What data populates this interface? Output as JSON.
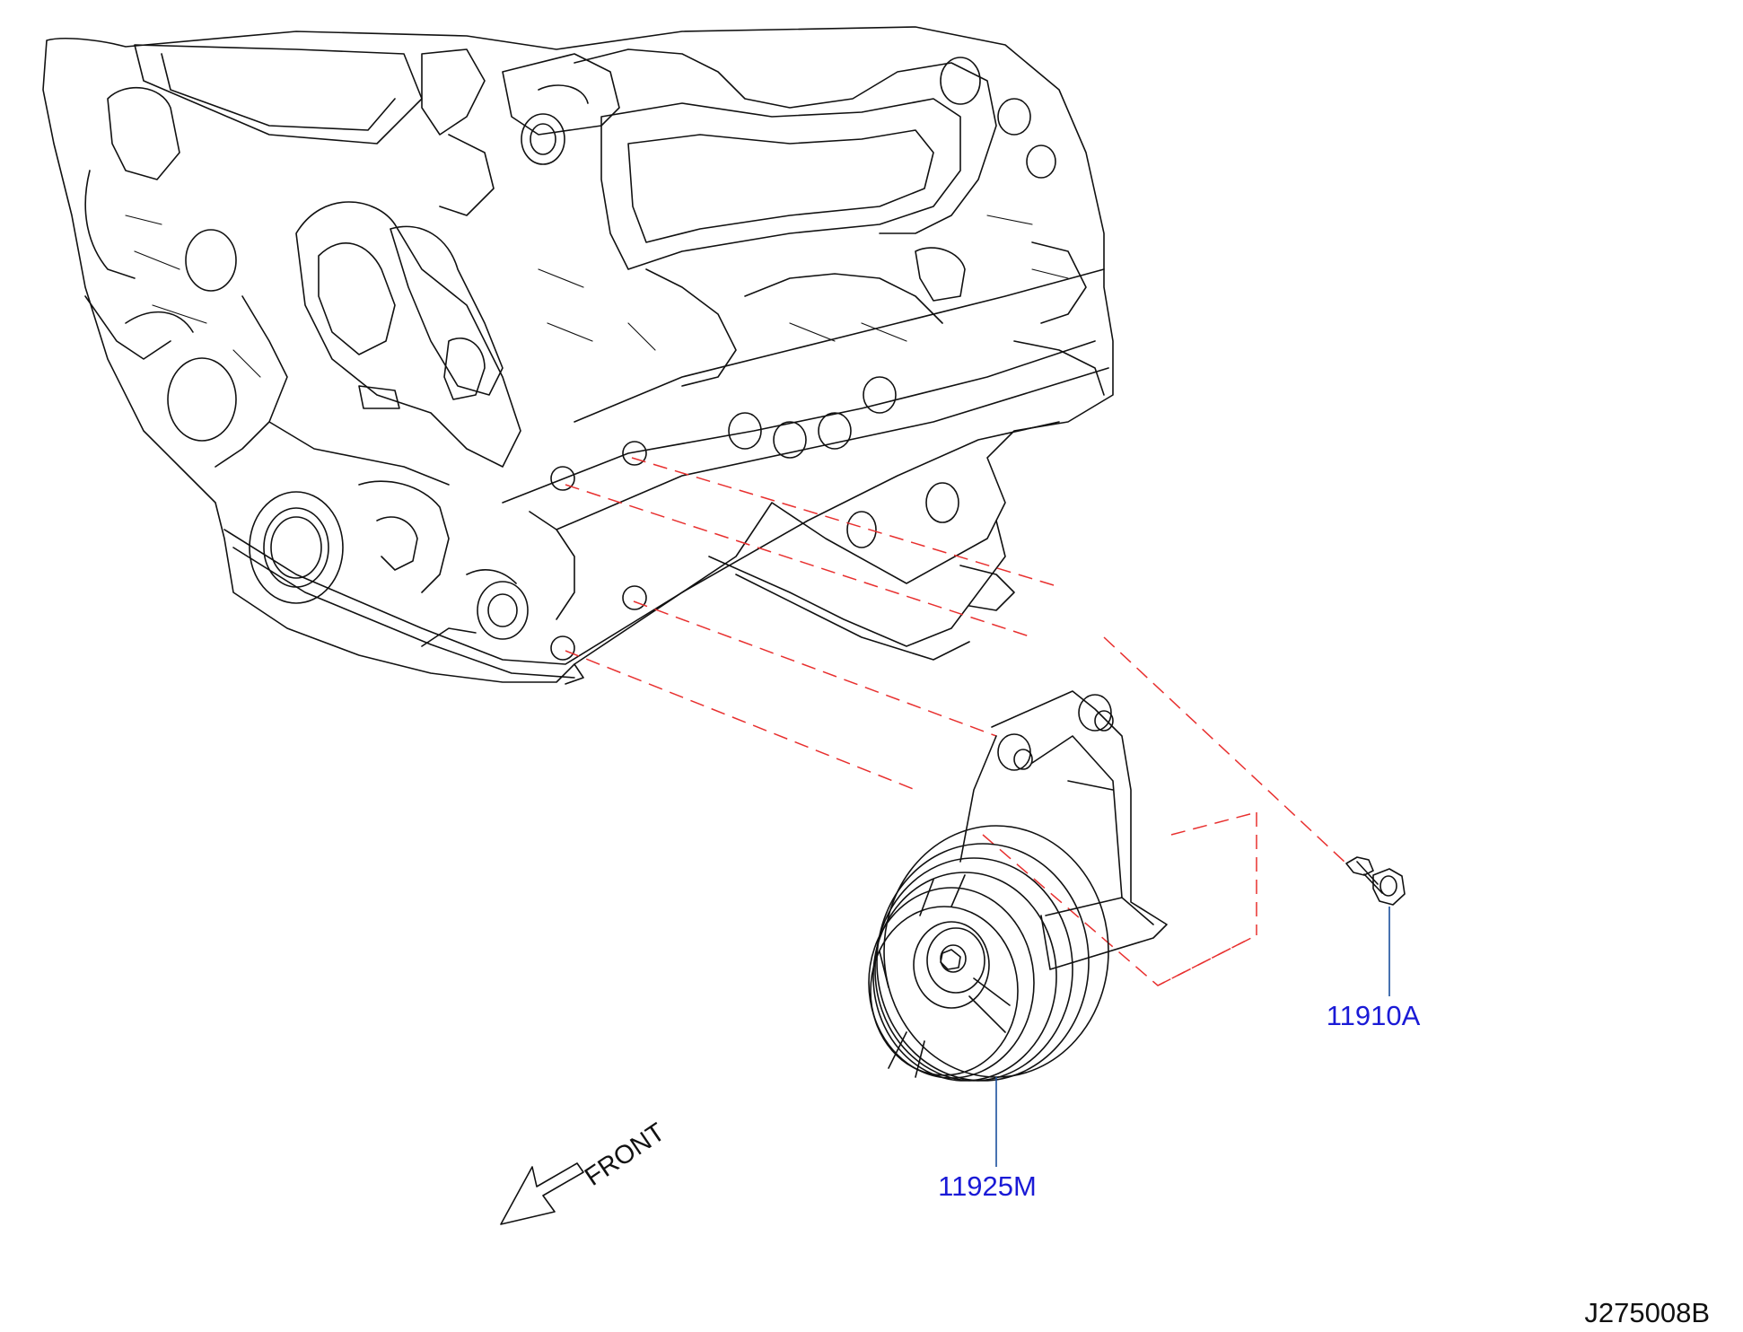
{
  "parts": {
    "bolt_label": "11910A",
    "pulley_label": "11925M"
  },
  "direction": {
    "label": "FRONT",
    "icon": "arrow-down-left-icon"
  },
  "reference_code": "J275008B",
  "colors": {
    "callout_text": "#1a1ad6",
    "leader_line": "#1a4f9c",
    "guide_dash": "#e8302f",
    "ink": "#111111"
  }
}
